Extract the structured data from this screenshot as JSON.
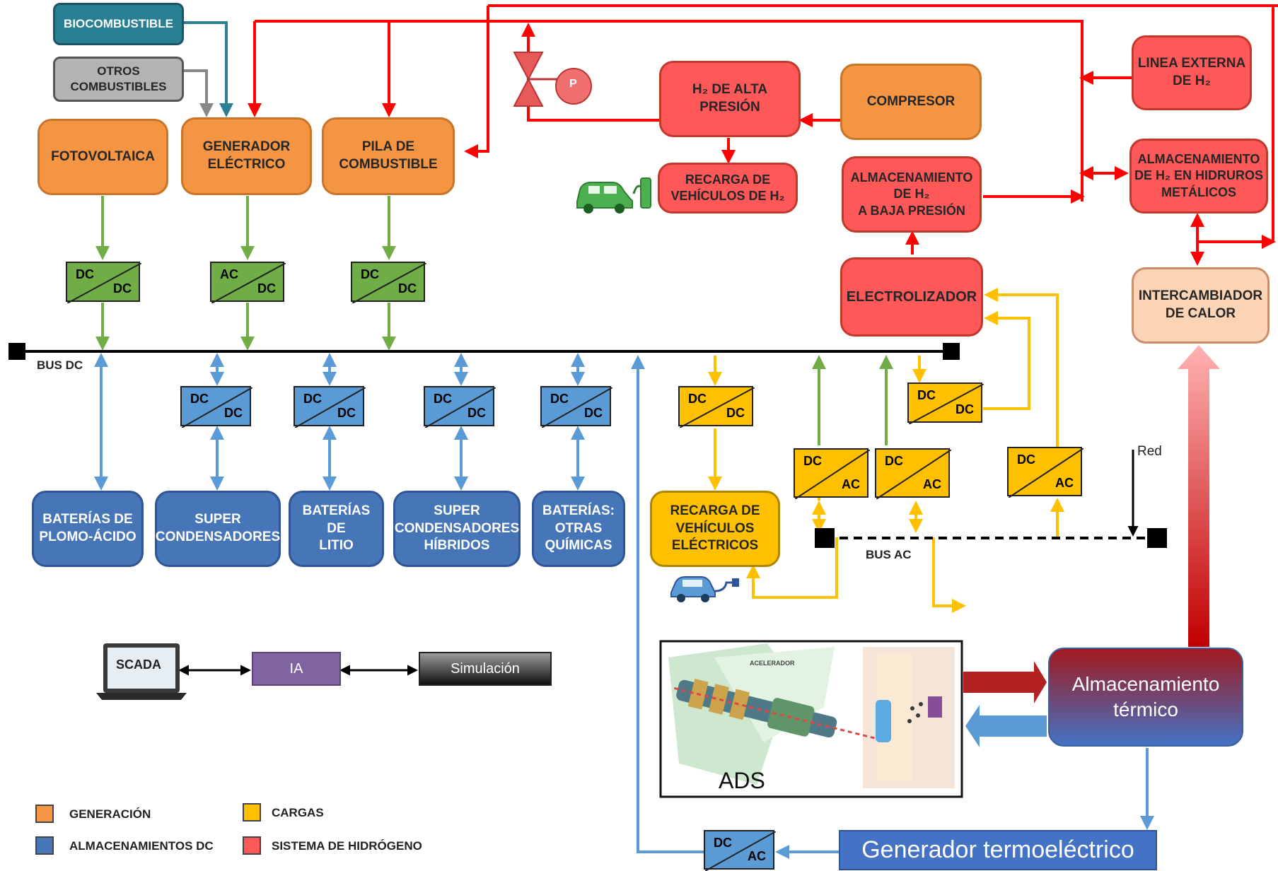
{
  "generation": {
    "fotovoltaica": "FOTOVOLTAICA",
    "generador": "GENERADOR\nELÉCTRICO",
    "pila": "PILA DE\nCOMBUSTIBLE",
    "biocombustible": "BIOCOMBUSTIBLE",
    "otros": "OTROS\nCOMBUSTIBLES"
  },
  "hydrogen": {
    "alta_presion": "H₂ DE ALTA PRESIÓN",
    "compresor": "COMPRESOR",
    "linea_externa": "LINEA EXTERNA\nDE H₂",
    "recarga_h2": "RECARGA DE\nVEHÍCULOS DE H₂",
    "baja_presion": "ALMACENAMIENTO\nDE H₂\nA BAJA PRESIÓN",
    "hidruros": "ALMACENAMIENTO\nDE H₂ EN HIDRUROS\nMETÁLICOS",
    "electrolizador": "ELECTROLIZADOR",
    "intercambiador": "INTERCAMBIADOR\nDE CALOR",
    "valve_label": "P"
  },
  "storage": {
    "plomo": "BATERÍAS DE\nPLOMO-ÁCIDO",
    "super": "SUPER\nCONDENSADORES",
    "litio": "BATERÍAS\nDE\nLITIO",
    "hibridos": "SUPER\nCONDENSADORES\nHÍBRIDOS",
    "otras": "BATERÍAS:\nOTRAS\nQUÍMICAS"
  },
  "loads": {
    "recarga_ev": "RECARGA DE\nVEHÍCULOS\nELÉCTRICOS"
  },
  "buses": {
    "dc": "BUS DC",
    "ac": "BUS AC",
    "red": "Red"
  },
  "converters": {
    "dc": "DC",
    "ac": "AC"
  },
  "control": {
    "scada": "SCADA",
    "ia": "IA",
    "simulacion": "Simulación"
  },
  "thermal": {
    "ads": "ADS",
    "ads_panel": "ACELERADOR",
    "almacenamiento": "Almacenamiento\ntérmico",
    "generador": "Generador termoeléctrico"
  },
  "legend": {
    "generacion": "GENERACIÓN",
    "cargas": "CARGAS",
    "almacenamientos": "ALMACENAMIENTOS DC",
    "hidrogeno": "SISTEMA DE HIDRÓGENO"
  },
  "colors": {
    "generation": "#f39543",
    "storage": "#4776b8",
    "loads": "#ffc000",
    "hydrogen": "#ff5858",
    "green_line": "#70ad47",
    "blue_line": "#5b9bd5",
    "yellow_line": "#ffc000",
    "red_line": "#ff0000"
  }
}
